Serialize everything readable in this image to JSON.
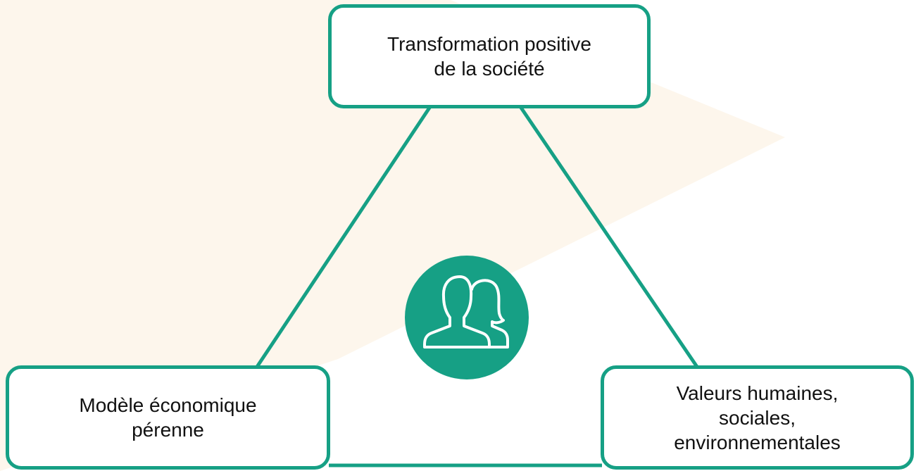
{
  "diagram": {
    "nodes": {
      "top": {
        "label": "Transformation positive\nde la société"
      },
      "left": {
        "label": "Modèle économique\npérenne"
      },
      "right": {
        "label": "Valeurs humaines,\nsociales,\nenvironnementales"
      }
    },
    "center_icon": "people-icon",
    "colors": {
      "accent": "#16a085",
      "background_chevron": "#fdf6ec",
      "text": "#111111"
    }
  }
}
